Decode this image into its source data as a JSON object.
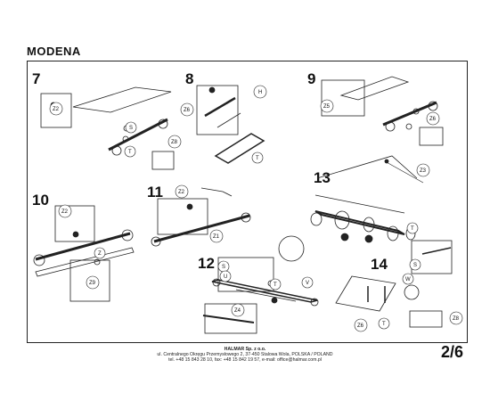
{
  "document": {
    "title": "MODENA",
    "page": "2/6"
  },
  "steps": [
    "7",
    "8",
    "9",
    "10",
    "11",
    "12",
    "13",
    "14"
  ],
  "part_labels": {
    "s": "S",
    "t": "T",
    "h": "H",
    "z1": "Z1",
    "z2": "Z2",
    "z3": "Z3",
    "z4": "Z4",
    "z5": "Z5",
    "z6": "Z6",
    "z8": "Z8",
    "z9": "Z9",
    "z": "Z",
    "u": "U",
    "v": "V",
    "w": "W"
  },
  "footer": {
    "company": "HALMAR Sp. z o.o.",
    "address": "ul. Centralnego Okręgu Przemysłowego 2, 37-450 Stalowa Wola, POLSKA / POLAND",
    "contact": "tel. +48 15 843 28 10, fax: +48 15 842 19 57, e-mail: office@halmar.com.pl"
  }
}
